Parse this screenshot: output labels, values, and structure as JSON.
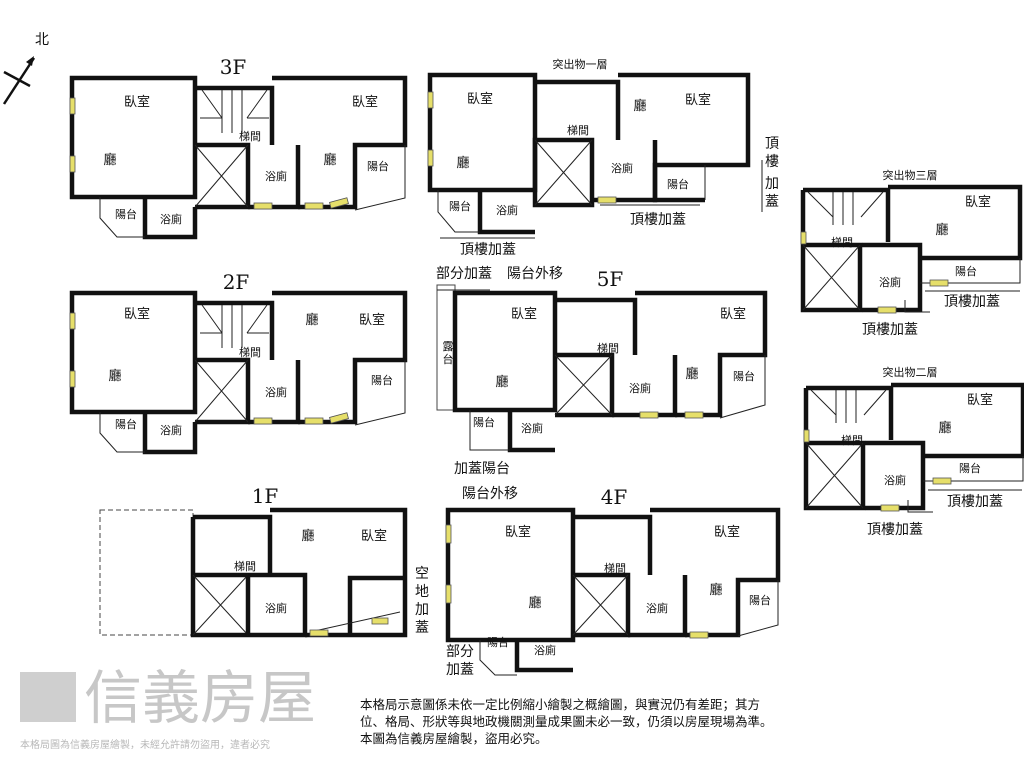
{
  "compass": {
    "label": "北"
  },
  "f3": {
    "title": "3F",
    "labels": [
      "臥室",
      "廳",
      "梯間",
      "浴廁",
      "臥室",
      "廳",
      "陽台",
      "陽台",
      "浴廁"
    ]
  },
  "f2": {
    "title": "2F",
    "labels": [
      "臥室",
      "廳",
      "梯間",
      "浴廁",
      "臥室",
      "廳",
      "陽台",
      "陽台",
      "浴廁"
    ]
  },
  "f1": {
    "title": "1F",
    "labels": [
      "梯間",
      "浴廁",
      "廳",
      "臥室"
    ],
    "side_note": [
      "空",
      "地",
      "加",
      "蓋"
    ]
  },
  "p1": {
    "title": "突出物一層",
    "labels": [
      "臥室",
      "廳",
      "梯間",
      "浴廁",
      "廳",
      "臥室",
      "陽台",
      "陽台",
      "浴廁"
    ],
    "side_note": [
      "頂",
      "樓",
      "加",
      "蓋"
    ],
    "annotations": [
      "頂樓加蓋",
      "頂樓加蓋"
    ]
  },
  "f5": {
    "title": "5F",
    "labels": [
      "臥室",
      "廳",
      "梯間",
      "浴廁",
      "廳",
      "臥室",
      "陽台",
      "陽台",
      "浴廁"
    ],
    "side_label": [
      "露",
      "台"
    ],
    "annotations": [
      "部分加蓋",
      "陽台外移",
      "加蓋陽台"
    ]
  },
  "f4": {
    "title": "4F",
    "labels": [
      "臥室",
      "廳",
      "梯間",
      "浴廁",
      "廳",
      "臥室",
      "陽台",
      "陽台",
      "浴廁"
    ],
    "annotations": [
      "陽台外移",
      "部分",
      "加蓋"
    ]
  },
  "p3": {
    "title": "突出物三層",
    "labels": [
      "臥室",
      "廳",
      "梯間",
      "浴廁",
      "陽台"
    ],
    "annotations": [
      "頂樓加蓋",
      "頂樓加蓋"
    ]
  },
  "p2": {
    "title": "突出物二層",
    "labels": [
      "臥室",
      "廳",
      "梯間",
      "浴廁",
      "陽台"
    ],
    "annotations": [
      "頂樓加蓋",
      "頂樓加蓋"
    ]
  },
  "watermark": {
    "brand": "信義房屋",
    "text": "本格局圖為信義房屋繪製，未經允許請勿盜用，違者必究"
  },
  "note": {
    "lines": [
      "本格局示意圖係未依一定比例縮小繪製之概繪圖，與實況仍有差距；其方",
      "位、格局、形狀等與地政機關測量成果圖未必一致，仍須以房屋現場為準。",
      "本圖為信義房屋繪製，盜用必究。"
    ]
  }
}
